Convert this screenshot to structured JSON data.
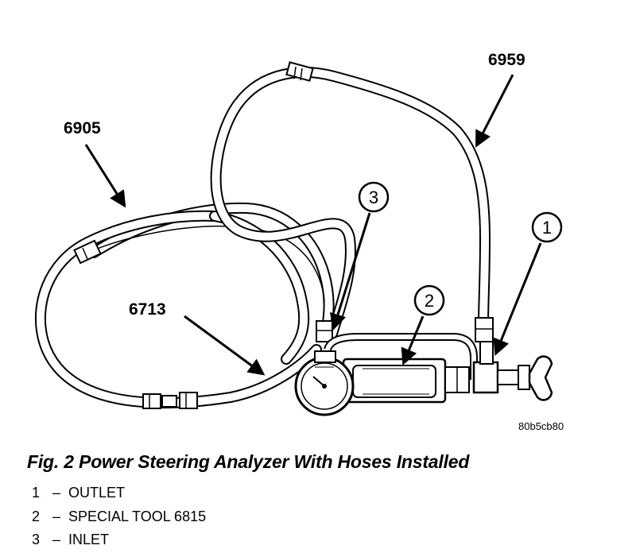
{
  "figure": {
    "part_labels": {
      "hose_6905": "6905",
      "hose_6959": "6959",
      "hose_6713": "6713"
    },
    "callouts": {
      "c1": "1",
      "c2": "2",
      "c3": "3"
    },
    "reference_code": "80b5cb80"
  },
  "caption": "Fig. 2 Power Steering Analyzer With Hoses Installed",
  "legend": [
    {
      "number": "1",
      "dash": "–",
      "text": "OUTLET"
    },
    {
      "number": "2",
      "dash": "–",
      "text": "SPECIAL TOOL 6815"
    },
    {
      "number": "3",
      "dash": "–",
      "text": "INLET"
    }
  ]
}
